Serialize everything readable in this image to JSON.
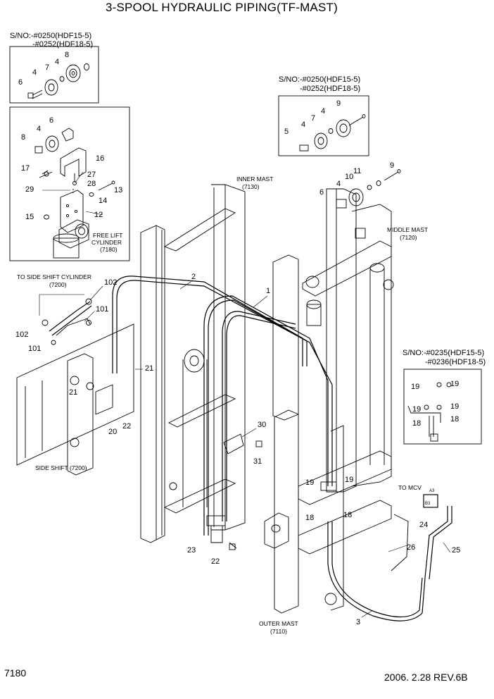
{
  "title": "3-SPOOL HYDRAULIC PIPING(TF-MAST)",
  "page_code": "7180",
  "revision": "2006. 2.28  REV.6B",
  "serial_notes": {
    "top_left": [
      "S/NO:-#0250(HDF15-5)",
      "-#0252(HDF18-5)"
    ],
    "top_right": [
      "S/NO:-#0250(HDF15-5)",
      "-#0252(HDF18-5)"
    ],
    "mid_right": [
      "S/NO:-#0235(HDF15-5)",
      "-#0236(HDF18-5)"
    ]
  },
  "labels": {
    "inner_mast": [
      "INNER MAST",
      "(7130)"
    ],
    "middle_mast": [
      "MIDDLE MAST",
      "(7120)"
    ],
    "outer_mast": [
      "OUTER MAST",
      "(7110)"
    ],
    "free_lift": [
      "FREE LIFT",
      "CYLINDER",
      "(7180)"
    ],
    "side_shift_cyl": [
      "TO SIDE SHIFT  CYLINDER",
      "(7200)"
    ],
    "side_shift": "SIDE SHIFT (7200)",
    "to_mcv": "TO MCV",
    "port_a3": "A3",
    "port_b3": "B3"
  },
  "parts": {
    "p8a": "8",
    "p4a": "4",
    "p7a": "7",
    "p4b": "4",
    "p6a": "6",
    "p6b": "6",
    "p8b": "8",
    "p4c": "4",
    "p16": "16",
    "p17": "17",
    "p27": "27",
    "p28": "28",
    "p29": "29",
    "p13": "13",
    "p14": "14",
    "p15": "15",
    "p12": "12",
    "p9a": "9",
    "p4d": "4",
    "p7b": "7",
    "p5": "5",
    "p4e": "4",
    "p9b": "9",
    "p11": "11",
    "p10": "10",
    "p4f": "4",
    "p6c": "6",
    "p2": "2",
    "p1": "1",
    "p102a": "102",
    "p101a": "101",
    "p102b": "102",
    "p101b": "101",
    "p21a": "21",
    "p21b": "21",
    "p20": "20",
    "p22a": "22",
    "p30": "30",
    "p31": "31",
    "p23": "23",
    "p22b": "22",
    "p19a": "19",
    "p19b": "19",
    "p19c": "19",
    "p19d": "19",
    "p18a": "18",
    "p18b": "18",
    "p19e": "19",
    "p19f": "19",
    "p18c": "18",
    "p18d": "18",
    "p24": "24",
    "p26": "26",
    "p25": "25",
    "p3": "3"
  }
}
